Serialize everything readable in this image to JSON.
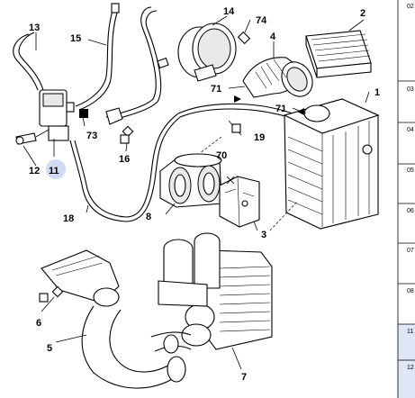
{
  "callouts": {
    "p1": "1",
    "p2": "2",
    "p3": "3",
    "p4": "4",
    "p5": "5",
    "p6": "6",
    "p7": "7",
    "p8": "8",
    "p11": "11",
    "p12": "12",
    "p13": "13",
    "p14": "14",
    "p15": "15",
    "p16": "16",
    "p18": "18",
    "p19": "19",
    "p70": "70",
    "p71a": "71",
    "p71b": "71",
    "p73": "73",
    "p74": "74"
  },
  "edge_rows": [
    "02",
    "03",
    "04",
    "05",
    "06",
    "07",
    "08",
    "11",
    "12"
  ],
  "colors": {
    "highlight": "#cfdcf3",
    "edge_row_highlight": "#dfe7f6",
    "ink": "#000000"
  }
}
